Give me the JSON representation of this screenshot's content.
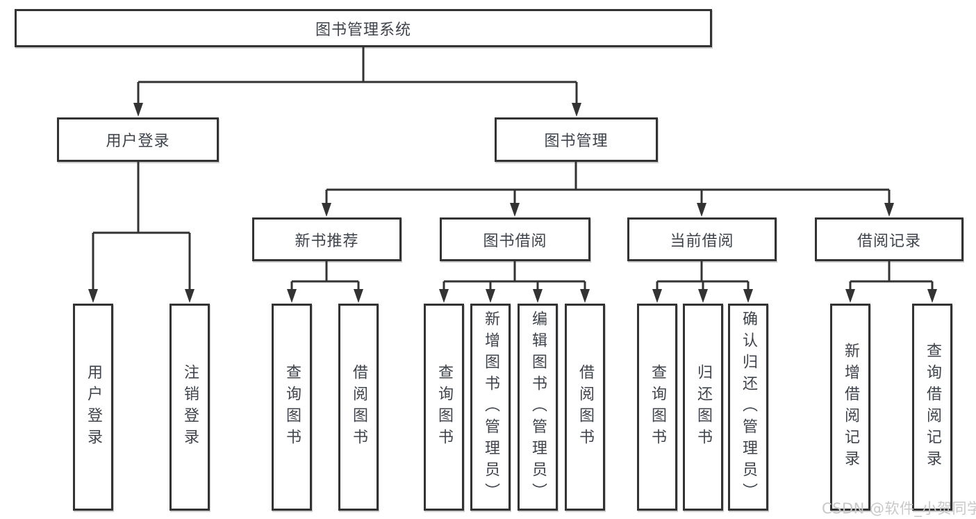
{
  "nodes": {
    "root": "图书管理系统",
    "level2": [
      "用户登录",
      "图书管理"
    ],
    "level3": [
      "新书推荐",
      "图书借阅",
      "当前借阅",
      "借阅记录"
    ],
    "leaves": {
      "user": [
        "用户登录",
        "注销登录"
      ],
      "recommend": [
        "查询图书",
        "借阅图书"
      ],
      "borrow": [
        "查询图书",
        "新增图书（管理员）",
        "编辑图书（管理员）",
        "借阅图书"
      ],
      "current": [
        "查询图书",
        "归还图书",
        "确认归还（管理员）"
      ],
      "records": [
        "新增借阅记录",
        "查询借阅记录"
      ]
    }
  },
  "watermark": "CSDN @软件_小贺同学",
  "colors": {
    "line": "#333333",
    "text": "#3f434b",
    "box_background": "#ffffff",
    "watermark": "#c8c8c8"
  }
}
